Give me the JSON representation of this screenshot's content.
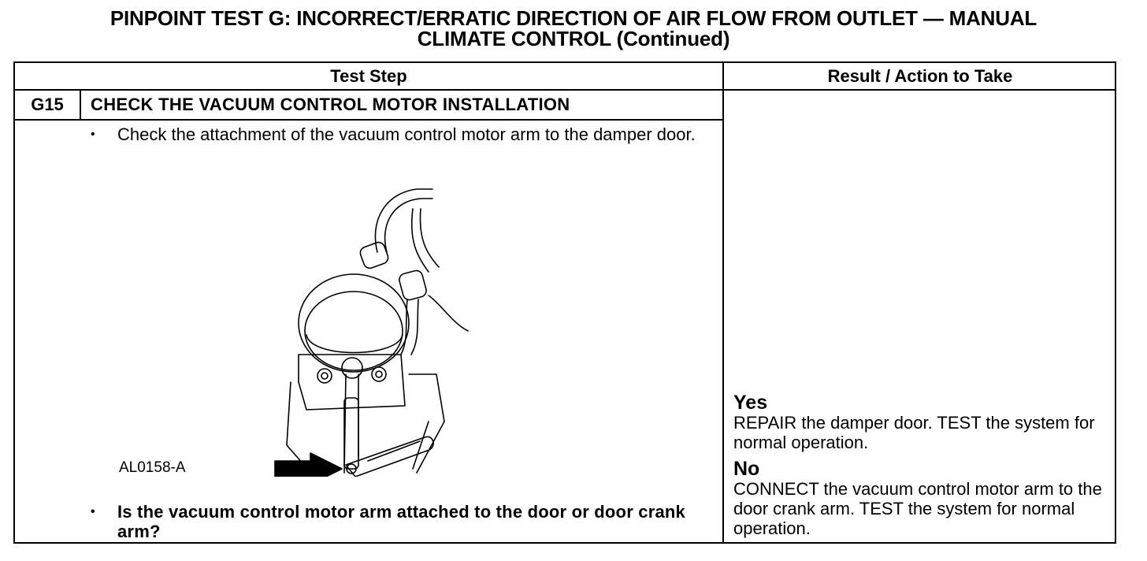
{
  "title": {
    "line1": "PINPOINT TEST G: INCORRECT/ERRATIC DIRECTION OF AIR FLOW FROM OUTLET — MANUAL",
    "line2": "CLIMATE CONTROL (Continued)"
  },
  "table": {
    "headers": {
      "step": "Test Step",
      "result": "Result / Action to Take"
    },
    "step": {
      "id": "G15",
      "title": "CHECK THE VACUUM CONTROL MOTOR INSTALLATION",
      "bullet_symbol": "•",
      "instruction": "Check the attachment of the vacuum control motor arm to the damper door.",
      "figure_ref": "AL0158-A",
      "question": "Is the vacuum control motor arm attached to the door or door crank arm?"
    },
    "results": [
      {
        "label": "Yes",
        "action": "REPAIR the damper door. TEST the system for normal operation."
      },
      {
        "label": "No",
        "action": "CONNECT the vacuum control motor arm to the door crank arm. TEST the system for normal operation."
      }
    ]
  }
}
